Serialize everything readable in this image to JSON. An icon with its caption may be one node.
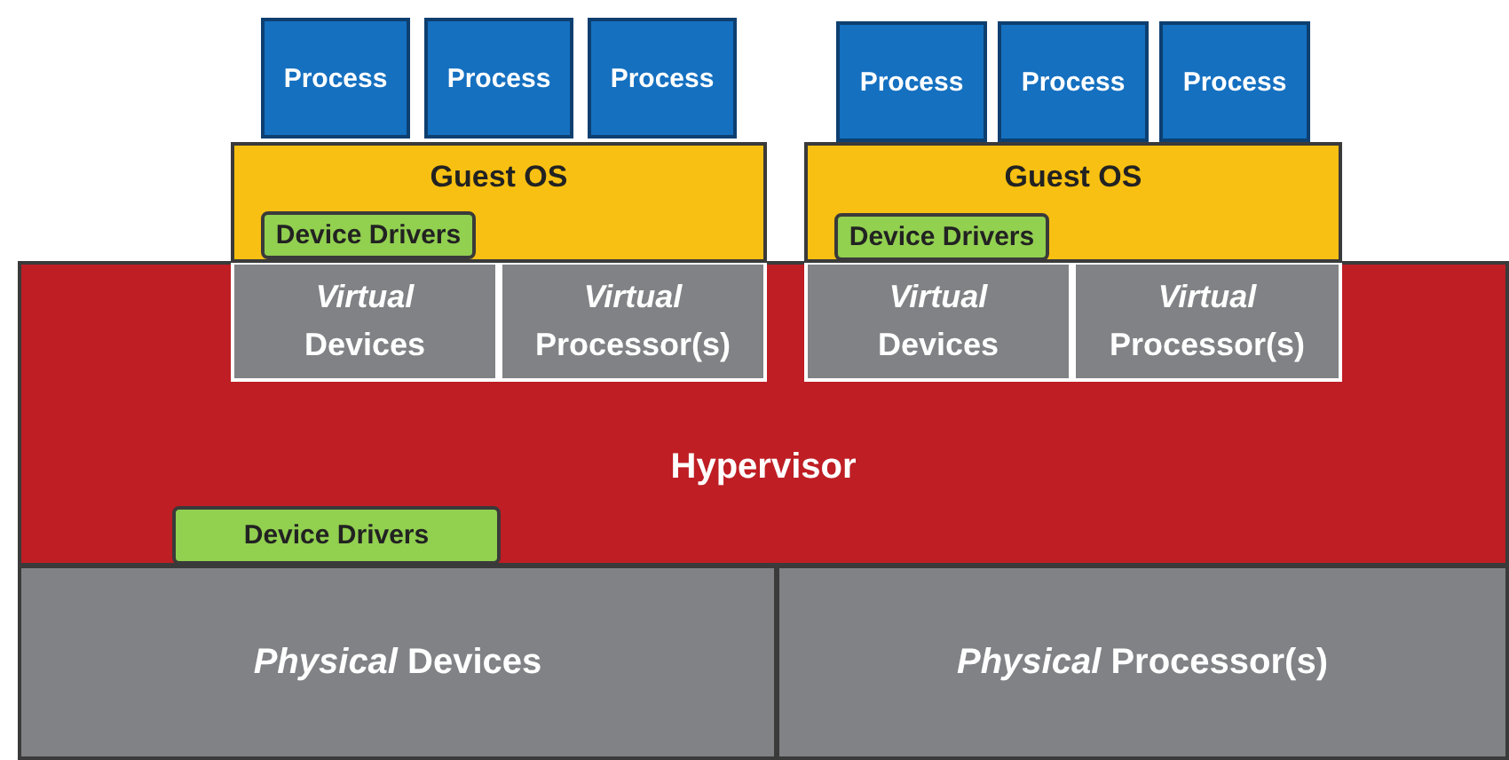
{
  "diagram": {
    "nodes": [
      {
        "text": [
          "Process"
        ]
      },
      {
        "text": [
          "Process"
        ]
      },
      {
        "text": [
          "Process"
        ]
      },
      {
        "text": [
          "Process"
        ]
      },
      {
        "text": [
          "Process"
        ]
      },
      {
        "text": [
          "Process"
        ]
      },
      {
        "text": [
          "Guest OS"
        ]
      },
      {
        "text": [
          "Device Drivers"
        ],
        "in": 6
      },
      {
        "text": [
          "Guest OS"
        ]
      },
      {
        "text": [
          "Device Drivers"
        ],
        "in": 8
      },
      {
        "text": [
          "*Virtual* Devices"
        ],
        "in": 14
      },
      {
        "text": [
          "*Virtual* Processor(s)"
        ],
        "in": 14
      },
      {
        "text": [
          "*Virtual* Devices"
        ],
        "in": 14
      },
      {
        "text": [
          "*Virtual* Processor(s)"
        ],
        "in": 14
      },
      {
        "text": [
          "Hypervisor"
        ]
      },
      {
        "text": [
          "Device Drivers"
        ],
        "in": 14
      },
      {
        "text": [
          "*Physical* Devices"
        ]
      },
      {
        "text": [
          "*Physical* Processor(s)"
        ]
      }
    ],
    "edges": []
  }
}
